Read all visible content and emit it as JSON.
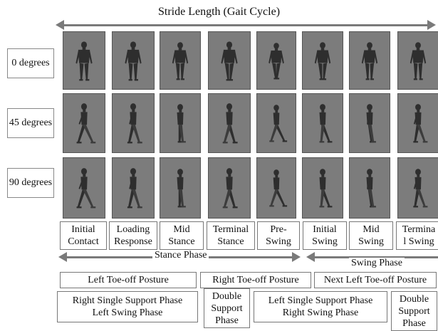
{
  "title": "Stride Length (Gait Cycle)",
  "rows": [
    "0 degrees",
    "45 degrees",
    "90 degrees"
  ],
  "phases": [
    {
      "line1": "Initial",
      "line2": "Contact"
    },
    {
      "line1": "Loading",
      "line2": "Response"
    },
    {
      "line1": "Mid",
      "line2": "Stance"
    },
    {
      "line1": "Terminal",
      "line2": "Stance"
    },
    {
      "line1": "Pre-",
      "line2": "Swing"
    },
    {
      "line1": "Initial",
      "line2": "Swing"
    },
    {
      "line1": "Mid",
      "line2": "Swing"
    },
    {
      "line1": "Termina",
      "line2": "l Swing"
    }
  ],
  "stance_phase": "Stance Phase",
  "swing_phase": "Swing Phase",
  "postures": {
    "left_toe_off": "Left Toe-off Posture",
    "right_toe_off": "Right Toe-off Posture",
    "next_left_toe_off": "Next Left Toe-off Posture"
  },
  "support": {
    "right_single_l1": "Right Single Support Phase",
    "right_single_l2": "Left Swing Phase",
    "double1_l1": "Double",
    "double1_l2": "Support",
    "double1_l3": "Phase",
    "left_single_l1": "Left Single Support Phase",
    "left_single_l2": "Right Swing Phase",
    "double2_l1": "Double",
    "double2_l2": "Support",
    "double2_l3": "Phase"
  },
  "colors": {
    "frame_bg": "#7c7c7c",
    "figure": "#2e2e2e",
    "arrow": "#7a7a7a"
  }
}
